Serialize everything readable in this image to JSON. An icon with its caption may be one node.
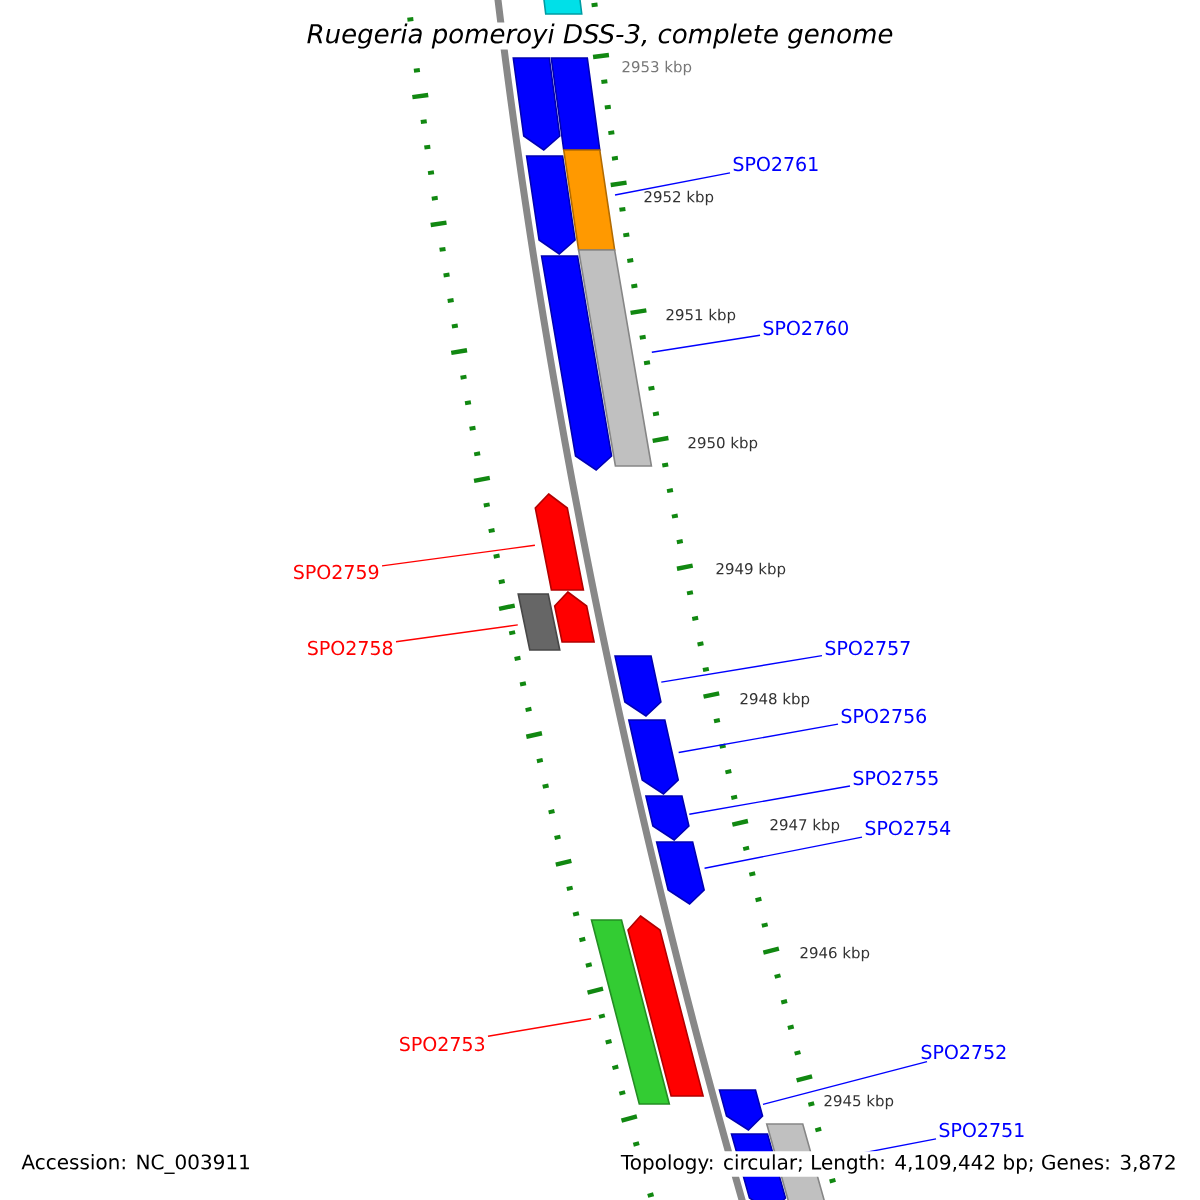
{
  "diagram": {
    "title": "Ruegeria pomeroyi DSS-3, complete genome",
    "nodes": [
      {
        "text": [],
        "shape": "box"
      },
      {
        "text": [],
        "shape": "arrow"
      },
      {
        "text": [],
        "shape": "box"
      },
      {
        "text": [],
        "shape": "arrow"
      },
      {
        "text": [],
        "shape": "box"
      },
      {
        "text": [],
        "shape": "arrow"
      },
      {
        "text": [],
        "shape": "box"
      },
      {
        "text": [],
        "shape": "arrow"
      },
      {
        "text": [],
        "shape": "box"
      },
      {
        "text": [],
        "shape": "arrow"
      },
      {
        "text": [],
        "shape": "arrow"
      },
      {
        "text": [],
        "shape": "arrow"
      },
      {
        "text": [],
        "shape": "arrow"
      },
      {
        "text": [],
        "shape": "arrow"
      },
      {
        "text": [],
        "shape": "box"
      },
      {
        "text": [],
        "shape": "arrow"
      },
      {
        "text": [],
        "shape": "arrow"
      },
      {
        "text": [],
        "shape": "arrow"
      },
      {
        "text": [],
        "shape": "box"
      },
      {
        "text": [
          "SPO2761"
        ]
      },
      {
        "text": [
          "SPO2760"
        ]
      },
      {
        "text": [
          "SPO2759"
        ]
      },
      {
        "text": [
          "SPO2758"
        ]
      },
      {
        "text": [
          "SPO2757"
        ]
      },
      {
        "text": [
          "SPO2756"
        ]
      },
      {
        "text": [
          "SPO2755"
        ]
      },
      {
        "text": [
          "SPO2754"
        ]
      },
      {
        "text": [
          "SPO2753"
        ]
      },
      {
        "text": [
          "SPO2752"
        ]
      },
      {
        "text": [
          "SPO2751"
        ]
      }
    ],
    "edges": [
      {
        "from": 19,
        "to": 4,
        "arrow": "none"
      },
      {
        "from": 20,
        "to": 6,
        "arrow": "none"
      },
      {
        "from": 21,
        "to": 7,
        "arrow": "none",
        "color": "#ff0000"
      },
      {
        "from": 22,
        "to": 8,
        "arrow": "none",
        "color": "#ff0000"
      },
      {
        "from": 23,
        "to": 10,
        "arrow": "none"
      },
      {
        "from": 24,
        "to": 11,
        "arrow": "none"
      },
      {
        "from": 25,
        "to": 12,
        "arrow": "none"
      },
      {
        "from": 26,
        "to": 13,
        "arrow": "none"
      },
      {
        "from": 27,
        "to": 14,
        "arrow": "none",
        "color": "#ff0000"
      },
      {
        "from": 28,
        "to": 16,
        "arrow": "none"
      },
      {
        "from": 29,
        "to": 17,
        "arrow": "none"
      }
    ],
    "labels": [
      "2953 kbp",
      "2952 kbp",
      "2951 kbp",
      "2950 kbp",
      "2949 kbp",
      "2948 kbp",
      "2947 kbp",
      "2946 kbp",
      "2945 kbp",
      "Accession: NC_003911",
      "Topology: circular; Length: 4,109,442 bp; Genes: 3,872"
    ]
  }
}
